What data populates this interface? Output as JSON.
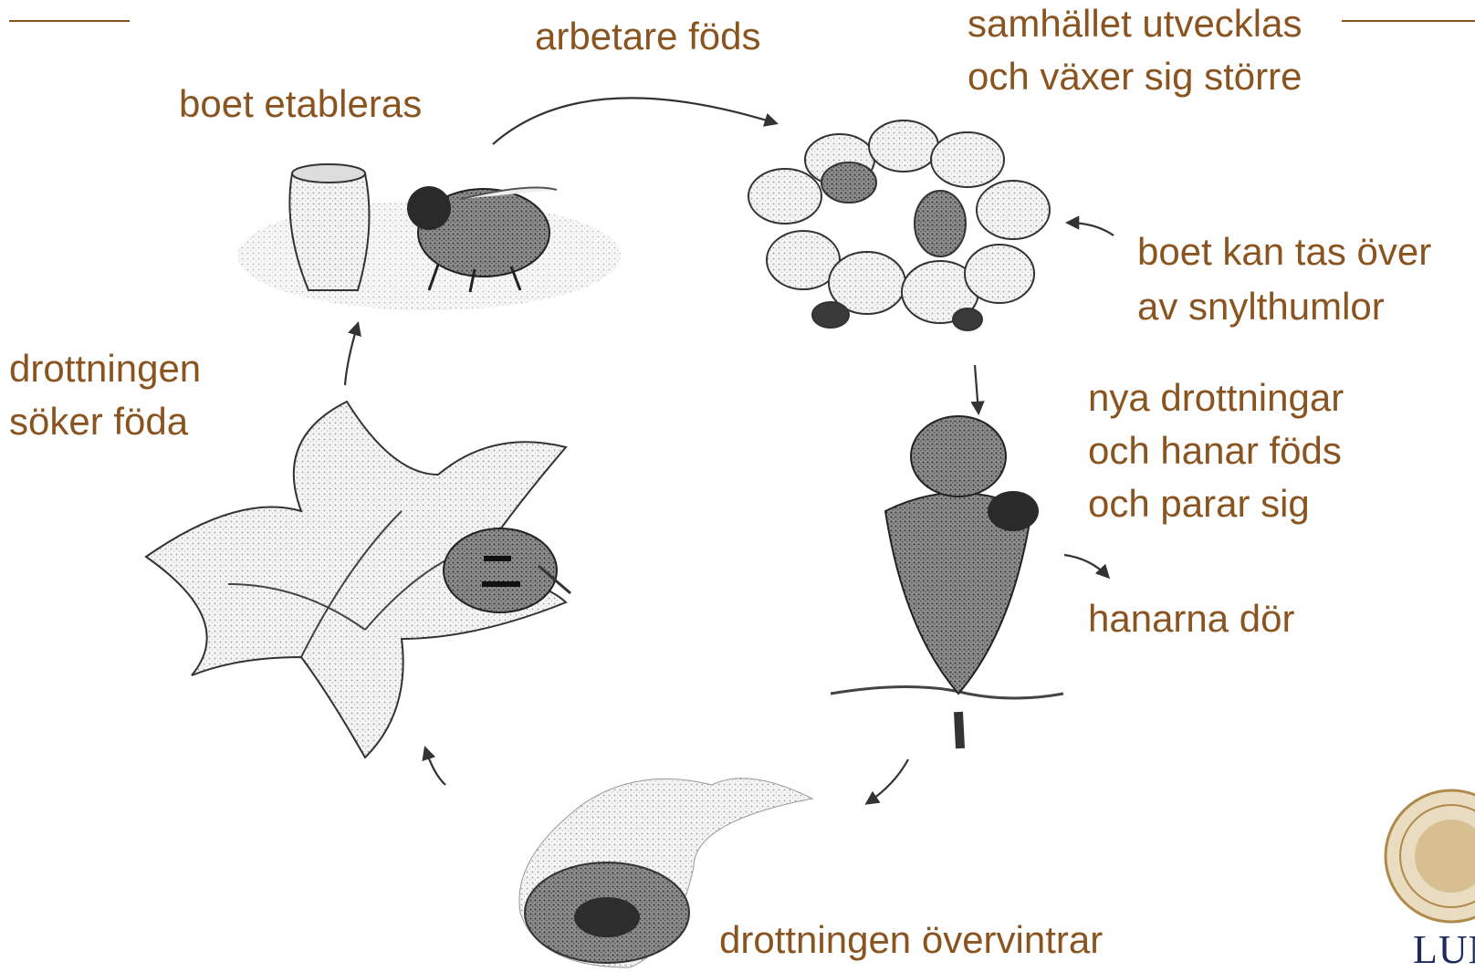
{
  "labels": {
    "workers_born": "arbetare föds",
    "nest_established": "boet etableras",
    "colony_grows_l1": "samhället utvecklas",
    "colony_grows_l2": "och växer sig större",
    "cuckoo_l1": "boet kan tas över",
    "cuckoo_l2": "av snylthumlor",
    "new_queens_l1": "nya drottningar",
    "new_queens_l2": "och hanar föds",
    "new_queens_l3": "och parar sig",
    "males_die": "hanarna dör",
    "queen_forages_l1": "drottningen",
    "queen_forages_l2": "söker föda",
    "queen_overwinters": "drottningen övervintrar"
  },
  "logo": {
    "wordmark": "LUN"
  },
  "colors": {
    "label_text": "#8a5420",
    "rule": "#8a5420",
    "arrow": "#333333",
    "illustration_ink": "#2a2a2a",
    "logo_gold": "#c9a86a",
    "logo_navy": "#1d2a5e"
  }
}
